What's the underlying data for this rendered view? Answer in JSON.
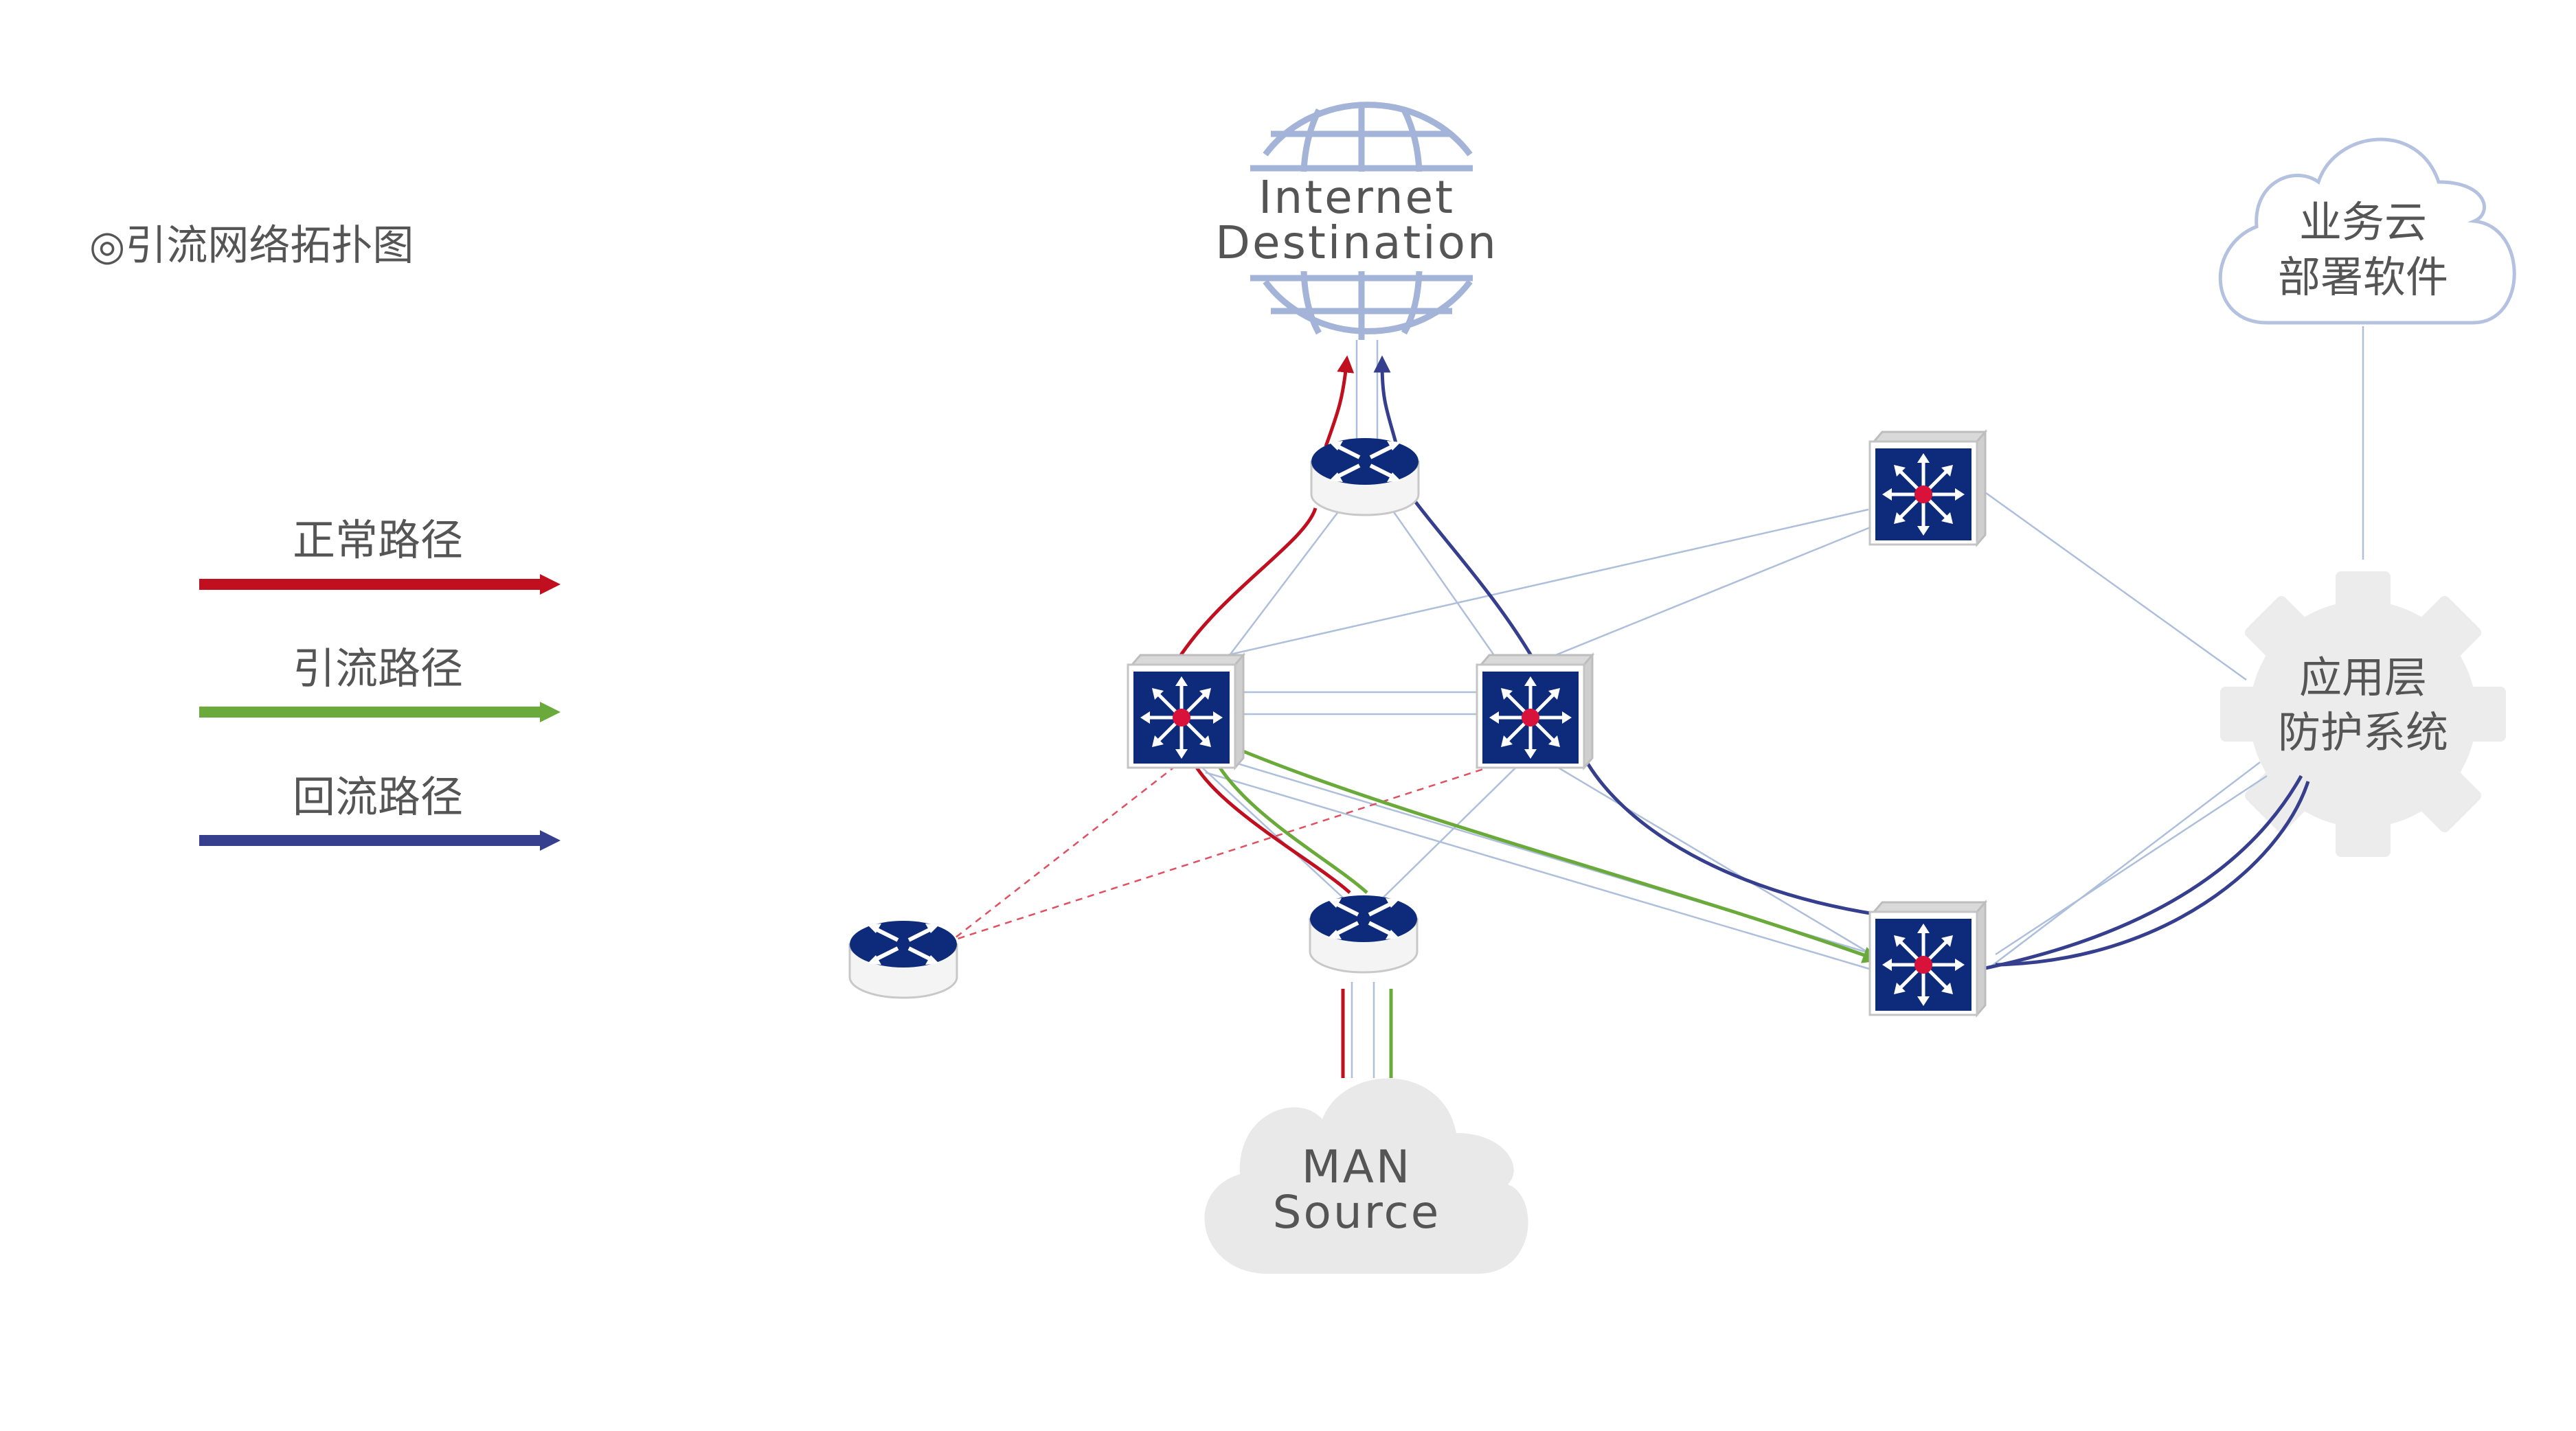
{
  "title": "◎引流网络拓扑图",
  "legend": [
    {
      "label": "正常路径",
      "color": "#c0101f"
    },
    {
      "label": "引流路径",
      "color": "#6aaa3a"
    },
    {
      "label": "回流路径",
      "color": "#353f8e"
    }
  ],
  "nodes": {
    "internet": {
      "line1": "Internet",
      "line2": "Destination",
      "icon": "globe-icon"
    },
    "man_source": {
      "line1": "MAN",
      "line2": "Source",
      "icon": "cloud-icon"
    },
    "business_cloud": {
      "line1": "业务云",
      "line2": "部署软件",
      "icon": "cloud-icon"
    },
    "waf": {
      "line1": "应用层",
      "line2": "防护系统",
      "icon": "gear-icon"
    }
  },
  "colors": {
    "normal": "#c0101f",
    "divert": "#6aaa3a",
    "return": "#353f8e",
    "link": "#aebfdc",
    "device": "#0d2b7a",
    "globe": "#a3b4d8",
    "cloud_gray": "#e9e9e9",
    "cloud_outline": "#b4c2e0",
    "gear": "#ececec"
  }
}
